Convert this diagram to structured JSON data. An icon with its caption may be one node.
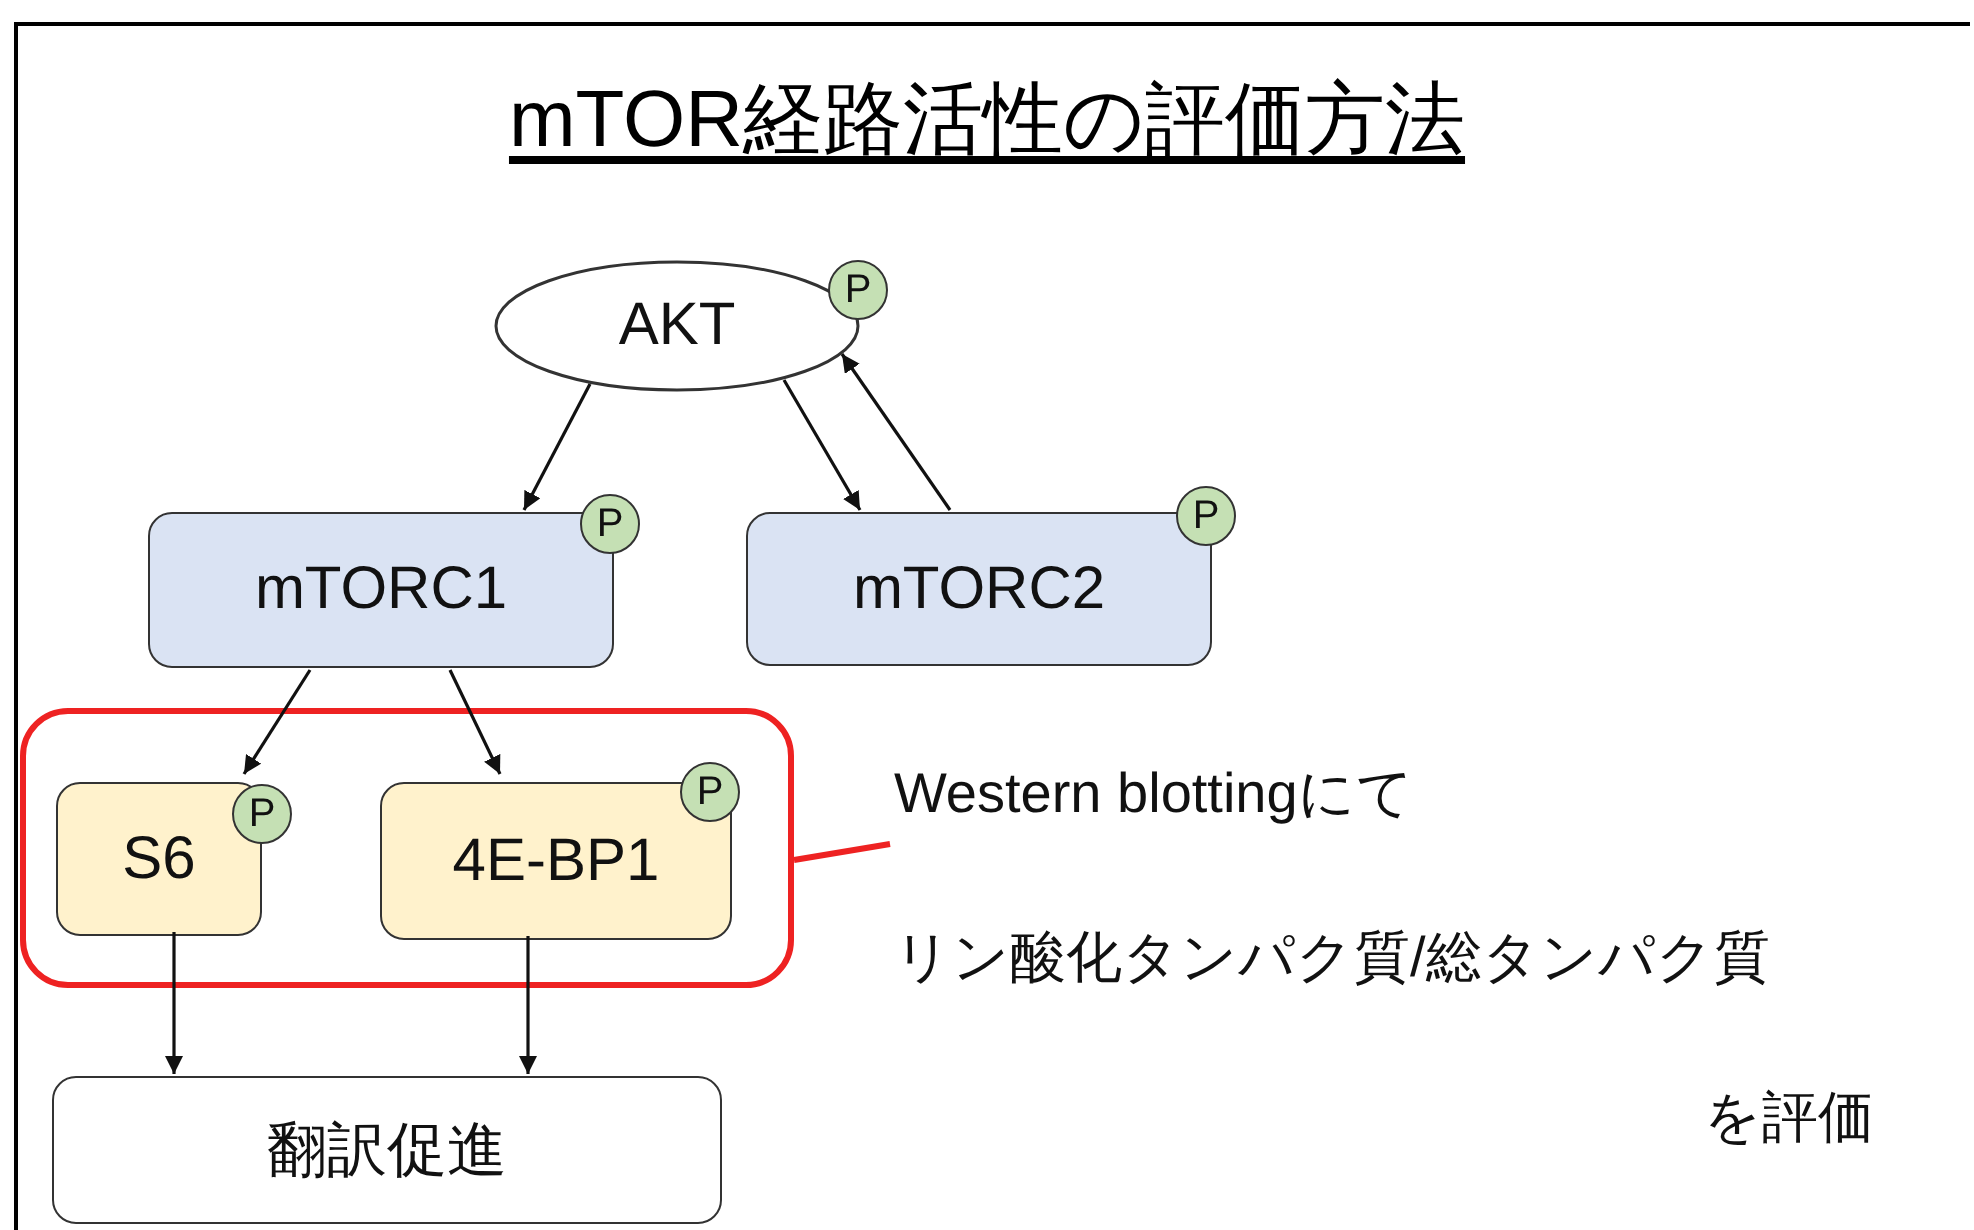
{
  "diagram": {
    "title": "mTOR経路活性の評価方法",
    "nodes": [
      {
        "text": [
          "AKT"
        ]
      },
      {
        "text": [
          "P"
        ]
      },
      {
        "text": [
          "mTORC1"
        ]
      },
      {
        "text": [
          "P"
        ]
      },
      {
        "text": [
          "mTORC2"
        ]
      },
      {
        "text": [
          "P"
        ]
      },
      {
        "text": [],
        "shape": "box"
      },
      {
        "text": [
          "S6"
        ],
        "in": 6
      },
      {
        "text": [
          "P"
        ],
        "in": 6
      },
      {
        "text": [
          "4E-BP1"
        ],
        "in": 6
      },
      {
        "text": [
          "P"
        ],
        "in": 6
      },
      {
        "text": [
          "翻訳促進"
        ]
      },
      {
        "text": [
          "Western blottingにて",
          "リン酸化タンパク質/総タンパク質",
          "を評価"
        ]
      }
    ],
    "edges": [
      {
        "from": 0,
        "to": 2,
        "arrow": "to"
      },
      {
        "from": 0,
        "to": 4,
        "arrow": "to"
      },
      {
        "from": 4,
        "to": 0,
        "arrow": "to"
      },
      {
        "from": 2,
        "to": 7,
        "arrow": "to"
      },
      {
        "from": 2,
        "to": 9,
        "arrow": "to"
      },
      {
        "from": 7,
        "to": 11,
        "arrow": "to"
      },
      {
        "from": 9,
        "to": 11,
        "arrow": "to"
      },
      {
        "from": 6,
        "to": 12,
        "arrow": "none",
        "color": "#ee2222"
      }
    ]
  }
}
